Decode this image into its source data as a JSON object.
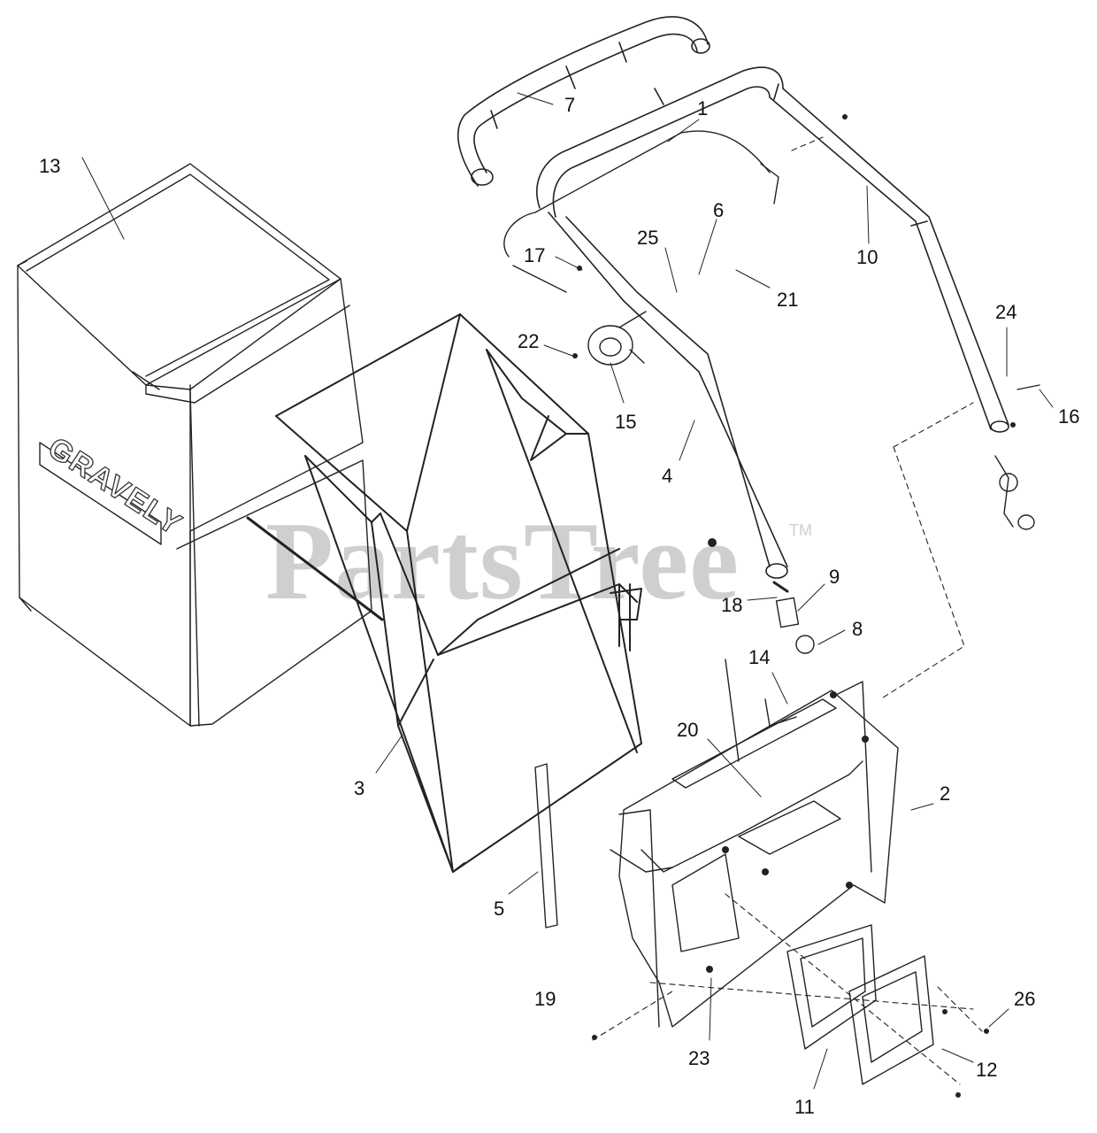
{
  "watermark": {
    "text": "PartsTree",
    "trademark": "TM"
  },
  "brand_logo": "GRAVELY",
  "callouts": [
    "1",
    "2",
    "3",
    "4",
    "5",
    "6",
    "7",
    "8",
    "9",
    "10",
    "11",
    "12",
    "13",
    "14",
    "15",
    "16",
    "17",
    "18",
    "19",
    "20",
    "21",
    "22",
    "23",
    "24",
    "25",
    "26"
  ]
}
